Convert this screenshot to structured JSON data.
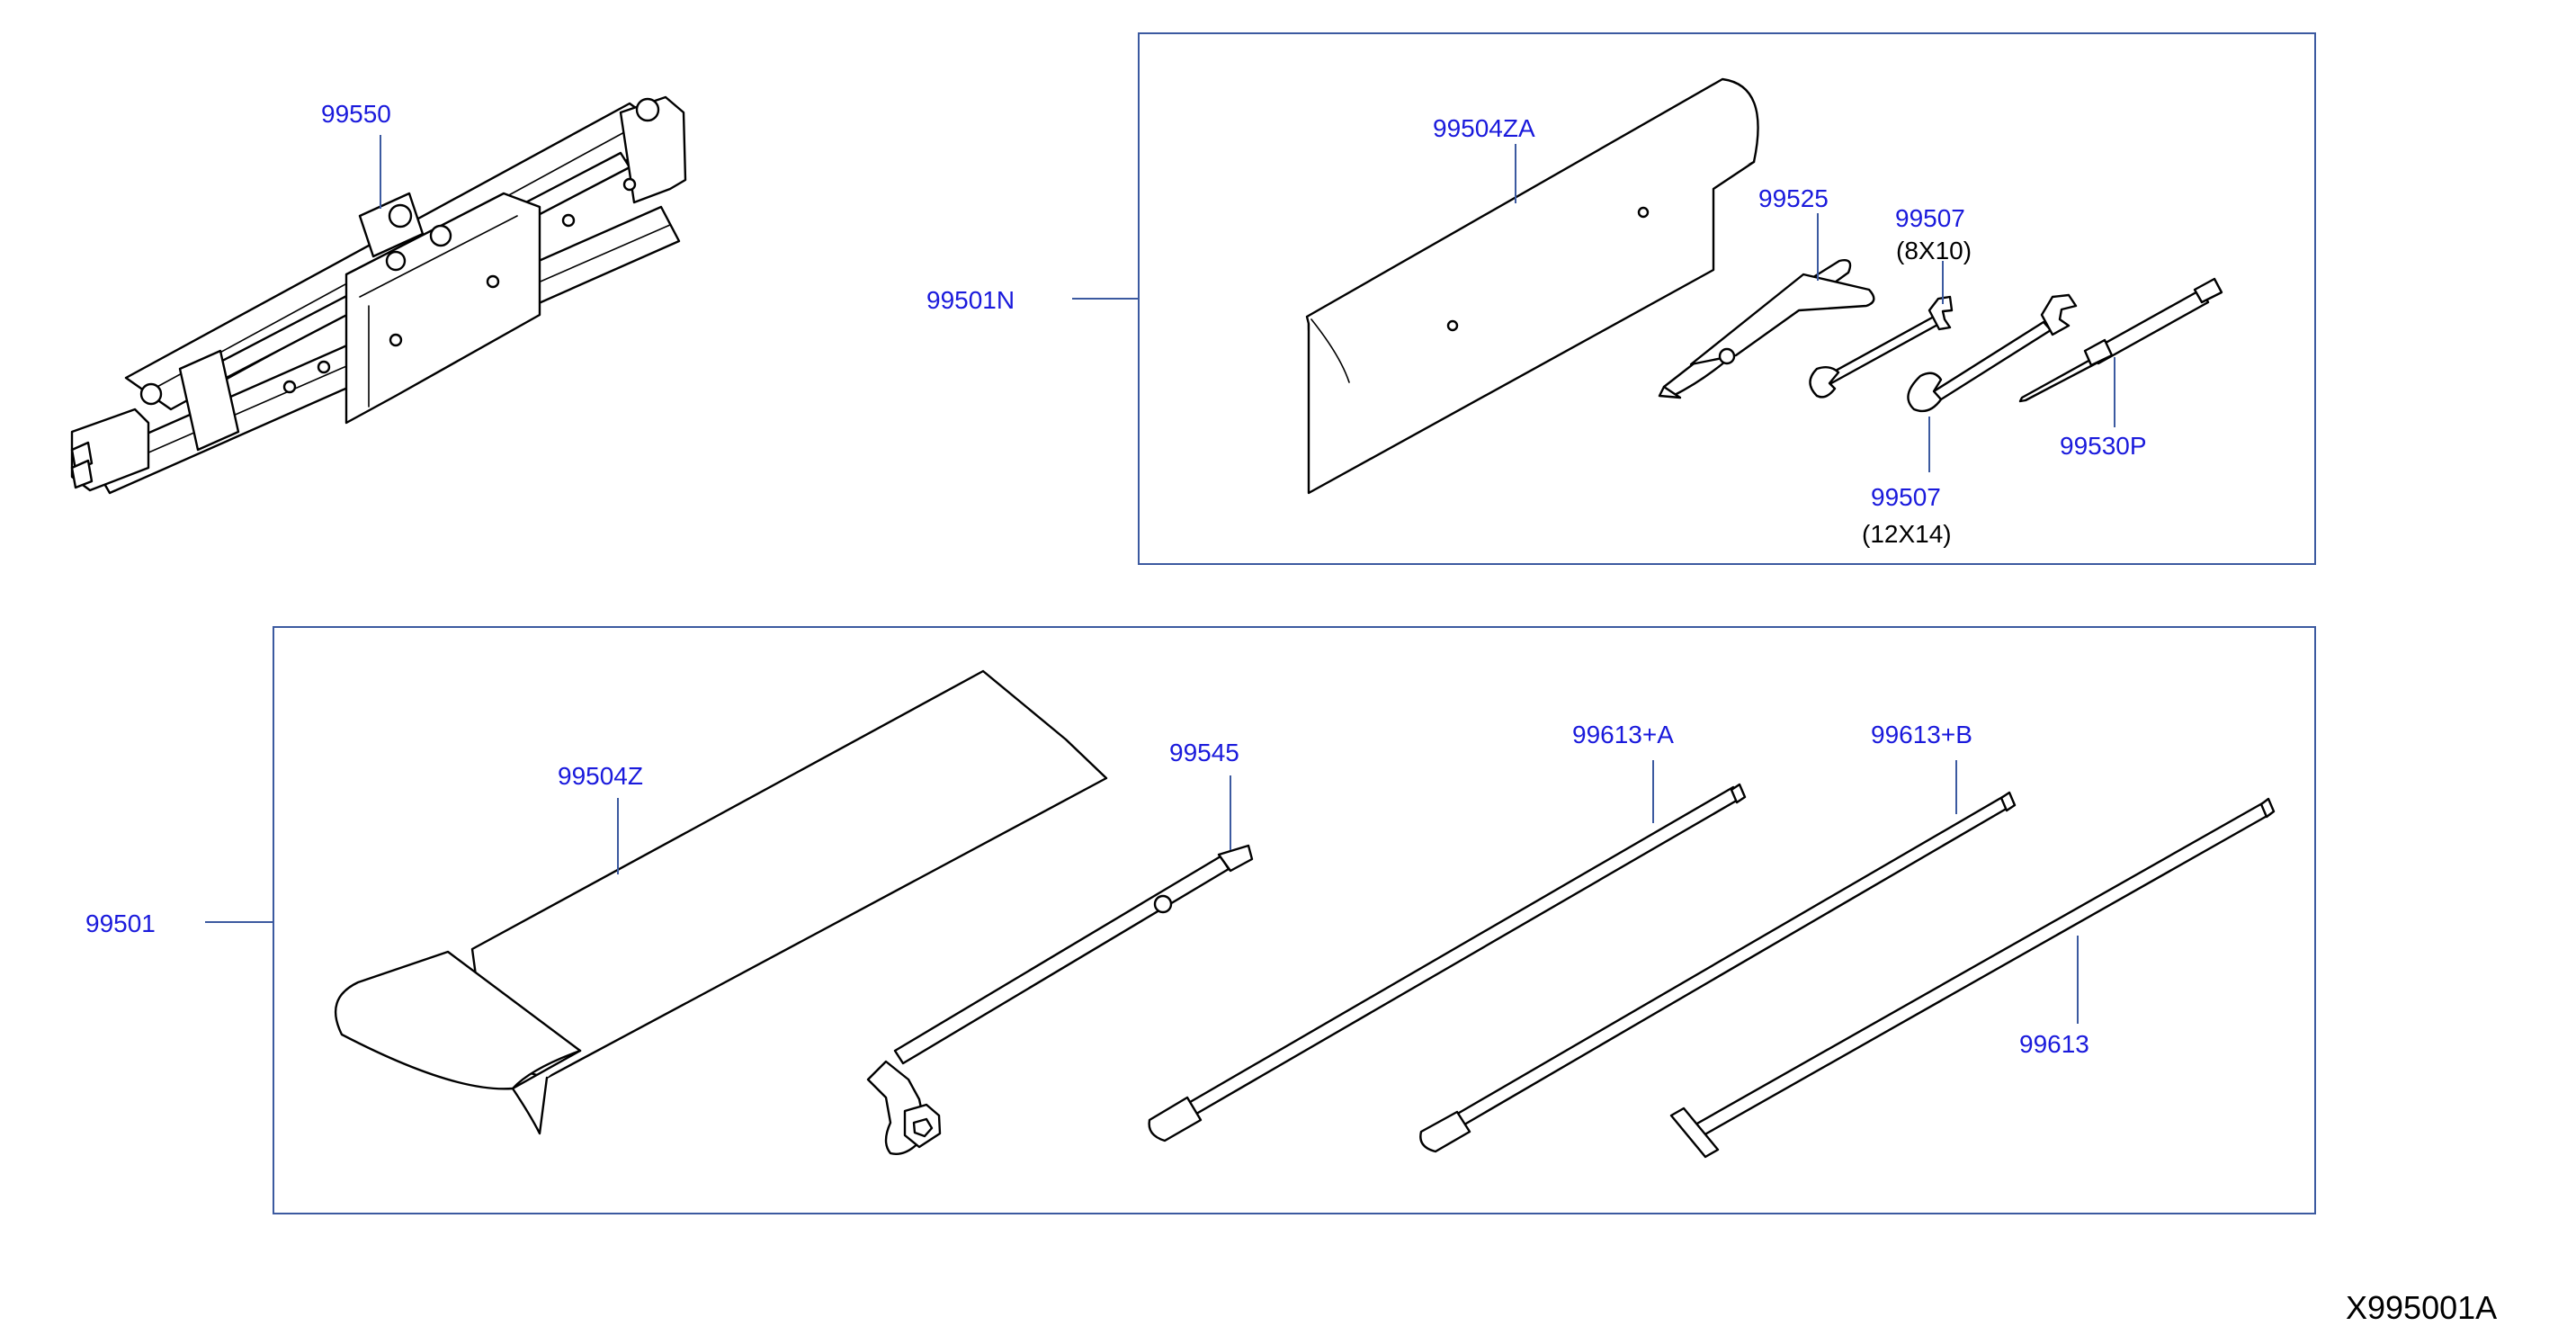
{
  "colors": {
    "label": "#1a1adc",
    "leader": "#3c5aa0",
    "line_art": "#000000"
  },
  "labels": {
    "jack": "99550",
    "kit_n": "99501N",
    "bag_za": "99504ZA",
    "pliers": "99525",
    "wrench_small": "99507",
    "wrench_small_size": "(8X10)",
    "wrench_large": "99507",
    "wrench_large_size": "(12X14)",
    "screwdriver": "99530P",
    "kit": "99501",
    "bag_z": "99504Z",
    "lug_wrench": "99545",
    "rod_a": "99613+A",
    "rod_b": "99613+B",
    "rod": "99613",
    "figure_id": "X995001A"
  }
}
